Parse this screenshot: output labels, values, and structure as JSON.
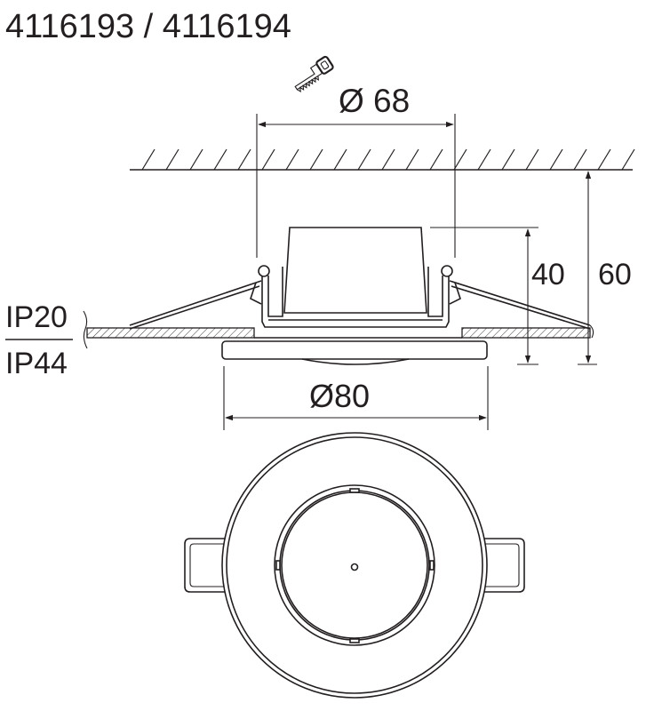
{
  "title": "4116193 / 4116194",
  "dimensions": {
    "cutout_diameter": "Ø 68",
    "outer_diameter": "Ø80",
    "body_height": "40",
    "total_height": "60"
  },
  "ip_ratings": {
    "upper": "IP20",
    "lower": "IP44"
  },
  "icons": {
    "cutout_tool": "saw-icon"
  }
}
